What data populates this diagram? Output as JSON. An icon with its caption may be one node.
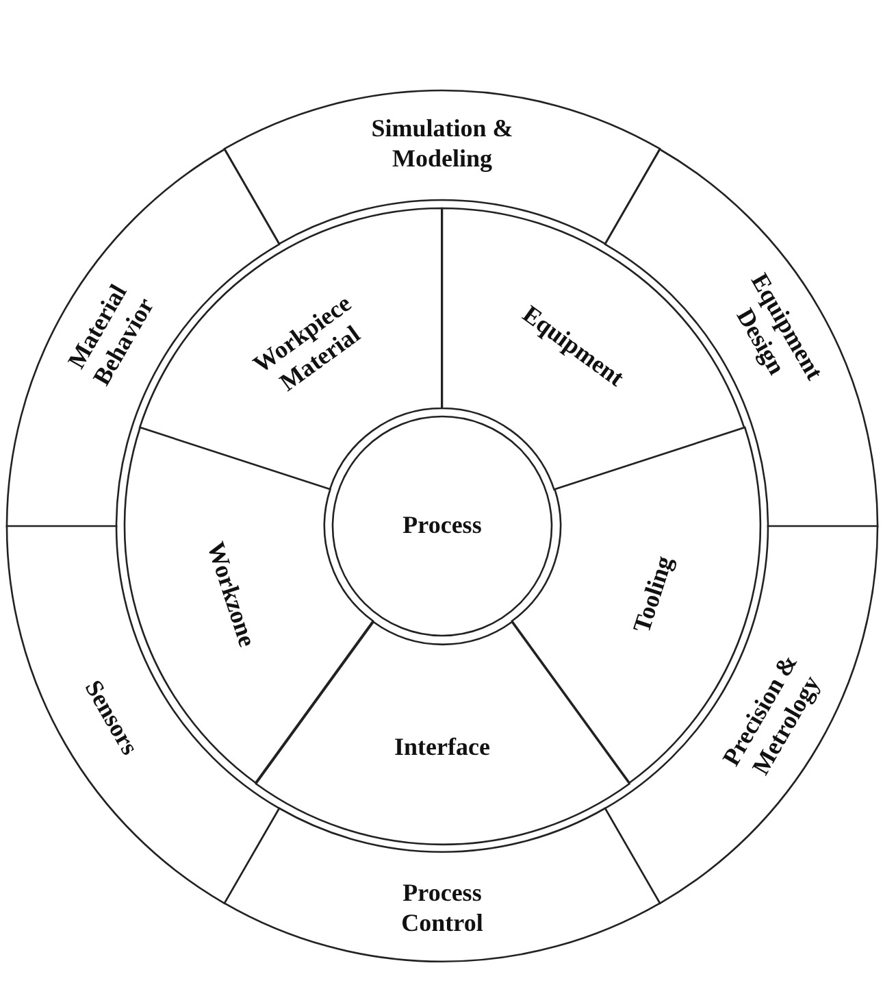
{
  "diagram": {
    "nodes": [
      {
        "text": [
          "Simulation & Modeling"
        ]
      },
      {
        "text": [
          "Equipment Design"
        ]
      },
      {
        "text": [
          "Material Behavior"
        ]
      },
      {
        "text": [
          "Workpiece Material"
        ]
      },
      {
        "text": [
          "Equipment"
        ]
      },
      {
        "text": [
          "Process"
        ]
      },
      {
        "text": [
          "Workzone"
        ]
      },
      {
        "text": [
          "Tooling"
        ]
      },
      {
        "text": [
          "Sensors"
        ]
      },
      {
        "text": [
          "Precision & Metrology"
        ]
      },
      {
        "text": [
          "Interface"
        ]
      },
      {
        "text": [
          "Process Control"
        ]
      }
    ]
  }
}
